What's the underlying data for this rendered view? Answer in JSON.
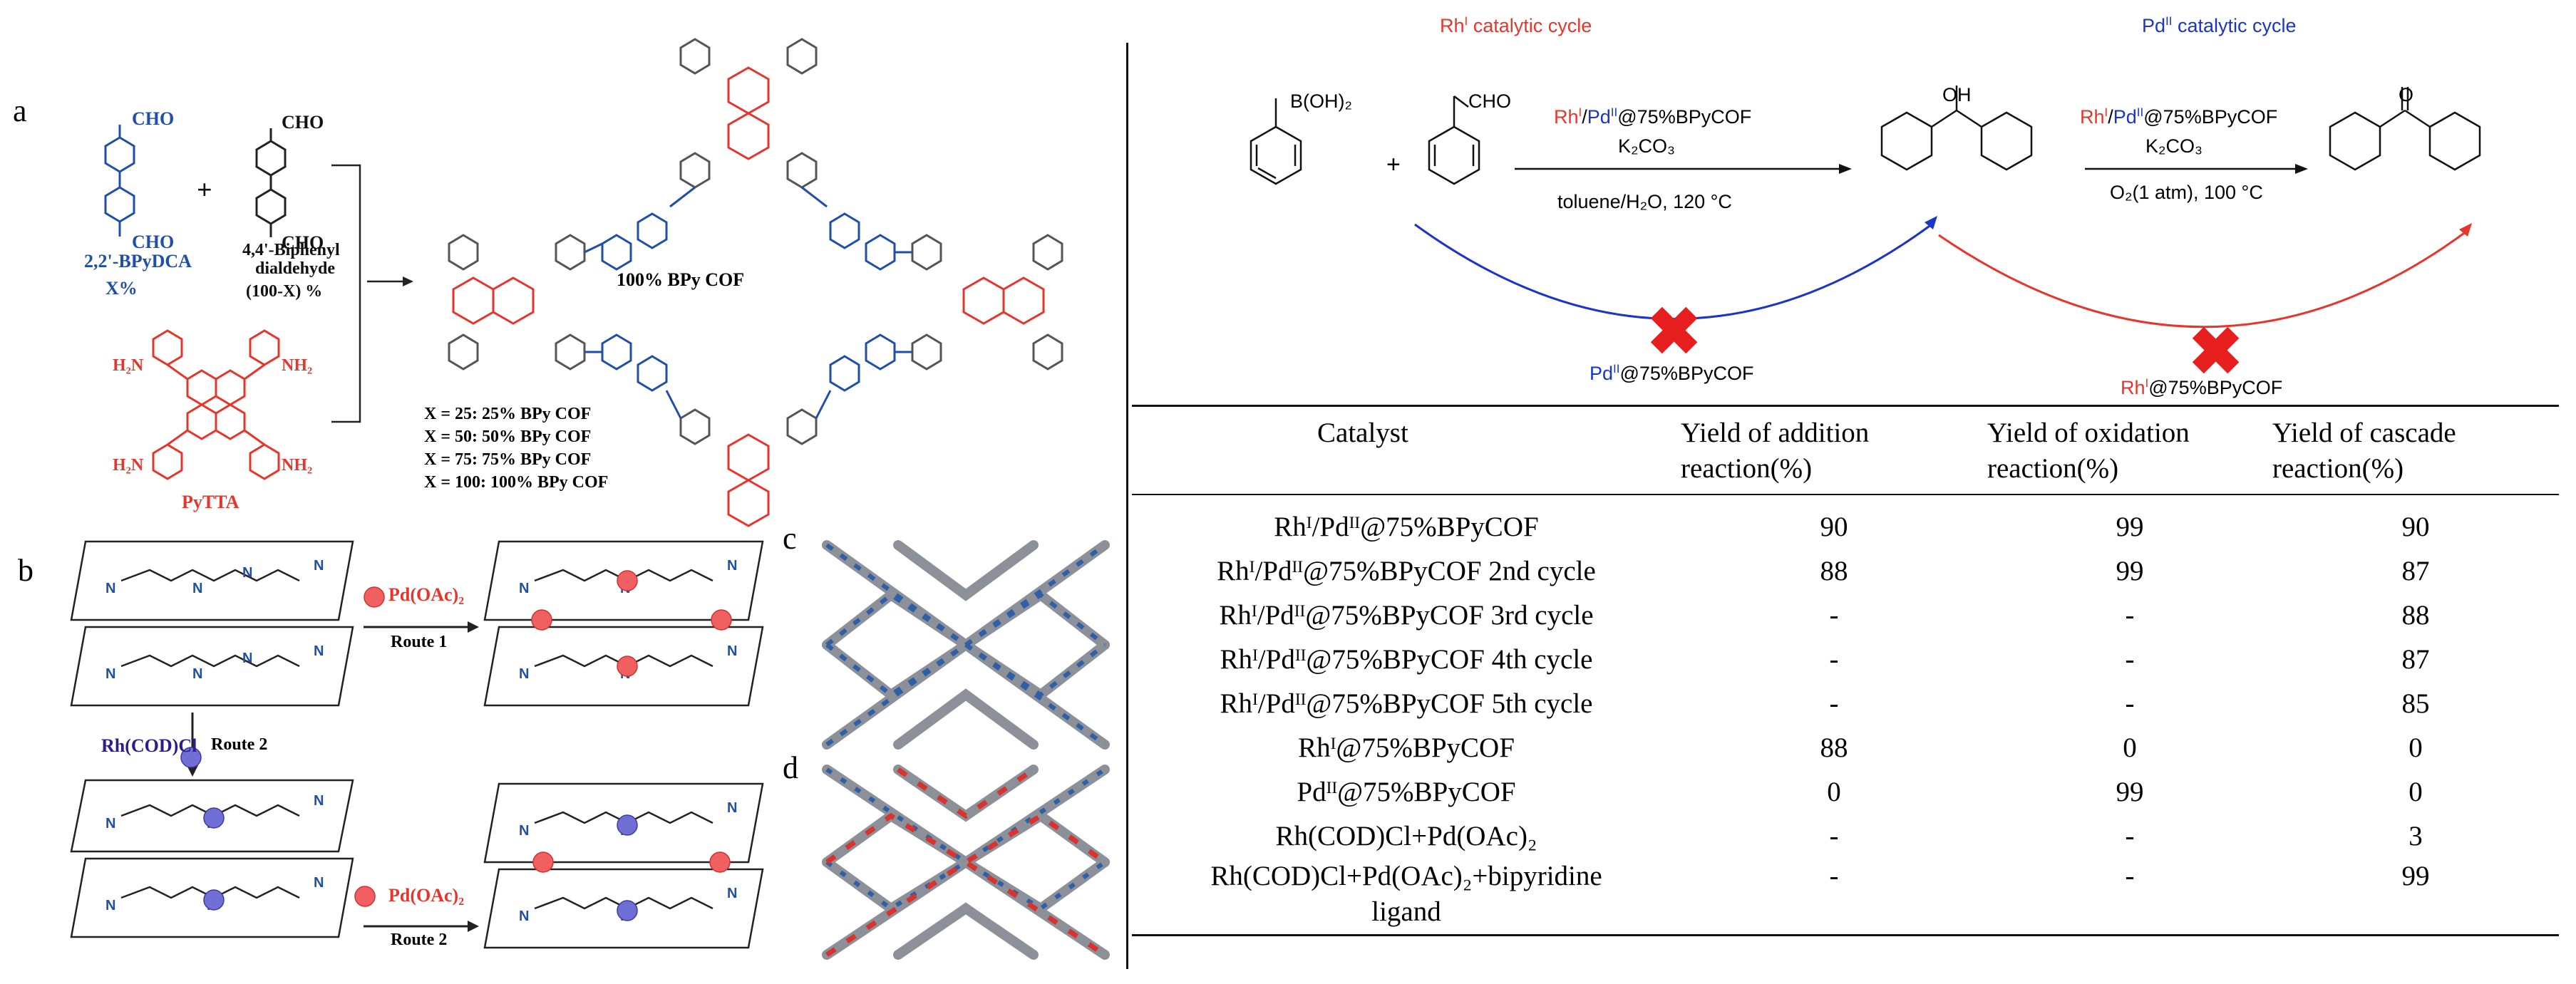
{
  "panels": {
    "a": "a",
    "b": "b",
    "c": "c",
    "d": "d"
  },
  "panel_a": {
    "bpydca": {
      "top": "CHO",
      "bottom": "CHO",
      "name": "2,2'-BPyDCA",
      "pct": "X%"
    },
    "plus": "+",
    "biphenyl": {
      "top": "CHO",
      "bottom": "CHO",
      "name_line1": "4,4'-Biphenyl",
      "name_line2": "dialdehyde",
      "pct": "(100-X) %"
    },
    "pytta": {
      "nh2_tl": "H₂N",
      "nh2_tr": "NH₂",
      "nh2_bl": "H₂N",
      "nh2_br": "NH₂",
      "name": "PyTTA"
    },
    "cof_title": "100% BPy COF",
    "x_values": [
      "X = 25: 25% BPy COF",
      "X = 50: 50% BPy COF",
      "X = 75: 75% BPy COF",
      "X = 100: 100% BPy COF"
    ]
  },
  "panel_b": {
    "route1_reagent": "Pd(OAc)₂",
    "route1_label": "Route 1",
    "route2_reagent": "Rh(COD)Cl",
    "route2_label": "Route 2",
    "route2b_reagent": "Pd(OAc)₂",
    "route2b_label": "Route 2"
  },
  "colors": {
    "bpy_blue": "#1f4fa8",
    "pyrene_red": "#e8352b",
    "pd_sphere": "#f06060",
    "rh_sphere": "#6f6fd6",
    "cycle_red": "#e8352b",
    "cycle_blue": "#1a35c8",
    "cross": "#e61e1e"
  },
  "scheme": {
    "rh_cycle_rh": "Rh",
    "rh_cycle_sup": "I",
    "rh_cycle_text": " catalytic cycle",
    "pd_cycle_pd": "Pd",
    "pd_cycle_sup": "II",
    "pd_cycle_text": " catalytic cycle",
    "boronic_acid": "B(OH)₂",
    "aldehyde": "CHO",
    "plus": "+",
    "alcohol": "OH",
    "ketone_o": "O",
    "step1_rh": "Rh",
    "step1_rh_sup": "I",
    "step1_slash": "/",
    "step1_pd": "Pd",
    "step1_pd_sup": "II",
    "step1_rest": "@75%BPyCOF",
    "step1_base": "K₂CO₃",
    "step1_cond": "toluene/H₂O, 120 °C",
    "step2_rh": "Rh",
    "step2_rh_sup": "I",
    "step2_slash": "/",
    "step2_pd": "Pd",
    "step2_pd_sup": "II",
    "step2_rest": "@75%BPyCOF",
    "step2_base": "K₂CO₃",
    "step2_cond": "O₂(1 atm), 100 °C",
    "pd_only_pd": "Pd",
    "pd_only_sup": "II",
    "pd_only_rest": "@75%BPyCOF",
    "rh_only_rh": "Rh",
    "rh_only_sup": "I",
    "rh_only_rest": "@75%BPyCOF"
  },
  "table": {
    "headers": [
      "Catalyst",
      "Yield of addition reaction(%)",
      "Yield of oxidation reaction(%)",
      "Yield of cascade reaction(%)"
    ],
    "header_lines": [
      [
        "Catalyst"
      ],
      [
        "Yield of addition",
        "reaction(%)"
      ],
      [
        "Yield of oxidation",
        "reaction(%)"
      ],
      [
        "Yield of cascade",
        "reaction(%)"
      ]
    ],
    "rows": [
      {
        "catalyst": "Rhᴵ/Pdᴵᴵ@75%BPyCOF",
        "addition": "90",
        "oxidation": "99",
        "cascade": "90"
      },
      {
        "catalyst": "Rhᴵ/Pdᴵᴵ@75%BPyCOF 2nd cycle",
        "addition": "88",
        "oxidation": "99",
        "cascade": "87"
      },
      {
        "catalyst": "Rhᴵ/Pdᴵᴵ@75%BPyCOF 3rd cycle",
        "addition": "-",
        "oxidation": "-",
        "cascade": "88"
      },
      {
        "catalyst": "Rhᴵ/Pdᴵᴵ@75%BPyCOF 4th cycle",
        "addition": "-",
        "oxidation": "-",
        "cascade": "87"
      },
      {
        "catalyst": "Rhᴵ/Pdᴵᴵ@75%BPyCOF 5th cycle",
        "addition": "-",
        "oxidation": "-",
        "cascade": "85"
      },
      {
        "catalyst": "Rhᴵ@75%BPyCOF",
        "addition": "88",
        "oxidation": "0",
        "cascade": "0"
      },
      {
        "catalyst": "Pdᴵᴵ@75%BPyCOF",
        "addition": "0",
        "oxidation": "99",
        "cascade": "0"
      },
      {
        "catalyst": "Rh(COD)Cl+Pd(OAc)₂",
        "addition": "-",
        "oxidation": "-",
        "cascade": "3"
      },
      {
        "catalyst": "Rh(COD)Cl+Pd(OAc)₂+bipyridine ligand",
        "catalyst_lines": [
          "Rh(COD)Cl+Pd(OAc)₂+bipyridine",
          "ligand"
        ],
        "addition": "-",
        "oxidation": "-",
        "cascade": "99"
      }
    ]
  }
}
